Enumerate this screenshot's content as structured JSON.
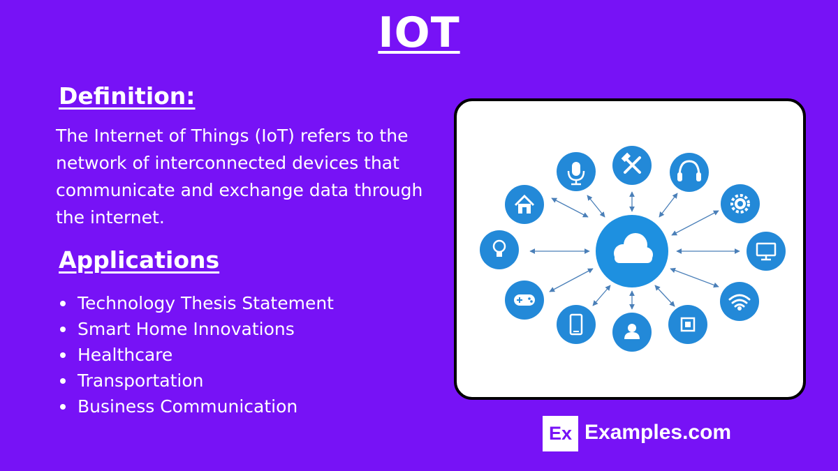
{
  "title": "IOT",
  "definition": {
    "heading": "Definition:",
    "text": "The Internet of Things (IoT) refers to the network of interconnected devices that communicate and exchange data through the internet."
  },
  "applications": {
    "heading": "Applications",
    "items": [
      "Technology Thesis Statement",
      "Smart Home Innovations",
      "Healthcare",
      "Transportation",
      "Business Communication"
    ]
  },
  "diagram": {
    "colors": {
      "node": "#2389d8",
      "hub": "#1e90e0",
      "arrow": "#4a7fb8",
      "icon": "#ffffff"
    },
    "hub_icon": "cloud-icon",
    "nodes": [
      "microphone-icon",
      "tools-icon",
      "headphones-icon",
      "home-icon",
      "gear-icon",
      "lightbulb-icon",
      "monitor-icon",
      "gamepad-icon",
      "wifi-icon",
      "smartphone-icon",
      "user-icon",
      "chip-icon"
    ]
  },
  "brand": {
    "logo_text": "Ex",
    "name": "Examples.com"
  }
}
